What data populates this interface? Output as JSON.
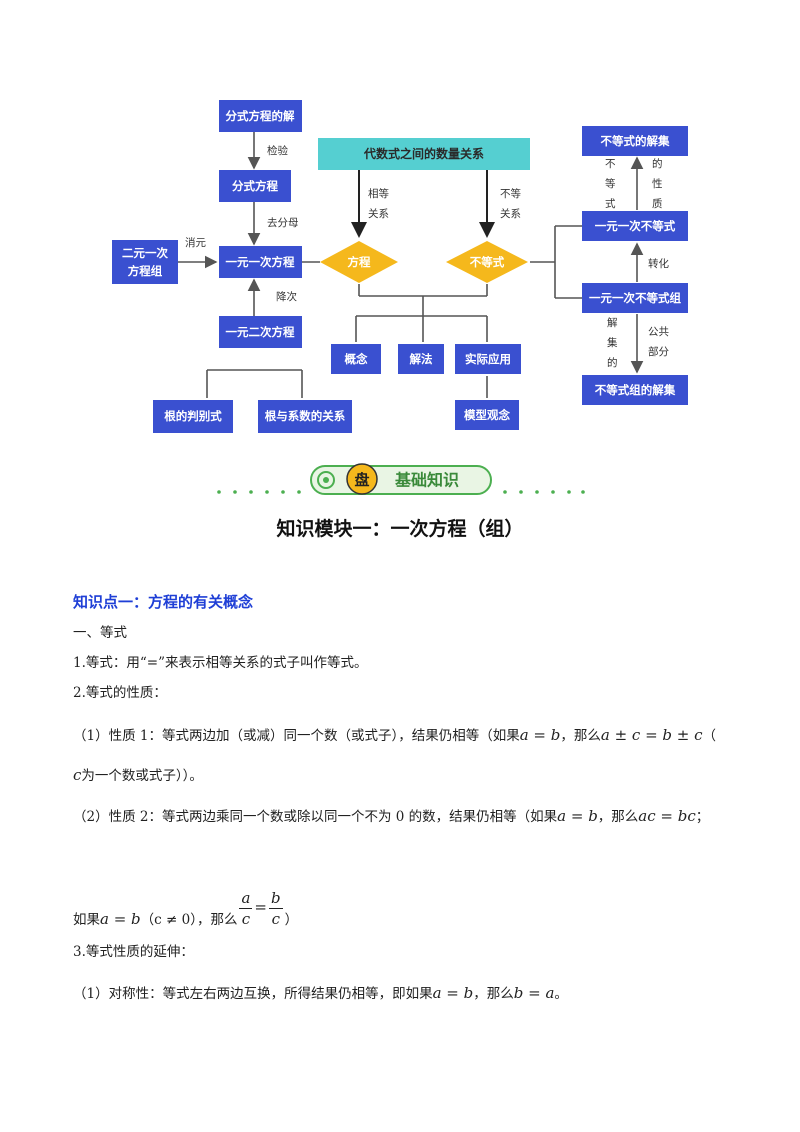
{
  "diagram": {
    "nodes": {
      "fs_solution": "分式方程的解",
      "fs_equation": "分式方程",
      "two_var": [
        "二元一次",
        "方程组"
      ],
      "linear_eq": "一元一次方程",
      "quadratic": "一元二次方程",
      "discriminant": "根的判别式",
      "roots_coeff": "根与系数的关系",
      "quantity_rel": "代数式之间的数量关系",
      "equation": "方程",
      "inequality": "不等式",
      "concept": "概念",
      "solution_method": "解法",
      "application": "实际应用",
      "model": "模型观念",
      "ineq_solution": "不等式的解集",
      "linear_ineq": "一元一次不等式",
      "linear_ineq_sys": "一元一次不等式组",
      "ineq_sys_solution": "不等式组的解集"
    },
    "edge_labels": {
      "check": "检验",
      "remove_denom": "去分母",
      "eliminate": "消元",
      "reduce_degree": "降次",
      "equal_rel": [
        "相等",
        "关系"
      ],
      "unequal_rel": [
        "不等",
        "关系"
      ],
      "ineq_chars": [
        "不",
        "等",
        "式"
      ],
      "property": [
        "的",
        "性",
        "质"
      ],
      "transform": "转化",
      "solution_set": [
        "解",
        "集",
        "的"
      ],
      "common_part": [
        "公共",
        "部分"
      ]
    }
  },
  "banner": {
    "text": "基础知识",
    "badge": "盘"
  },
  "module_title": "知识模块一：一次方程（组）",
  "content": {
    "kp1": "知识点一：方程的有关概念",
    "s1": "一、等式",
    "p1": "1.等式：用“=”来表示相等关系的式子叫作等式。",
    "p2": "2.等式的性质：",
    "p3a": "（1）性质 1：等式两边加（或减）同一个数（或式子），结果仍相等（如果",
    "p3_m1": "a = b",
    "p3b": "，那么",
    "p3_m2": "a ± c = b ± c",
    "p3c": "（",
    "p4_m": "c",
    "p4": "为一个数或式子））。",
    "p5a": "（2）性质 2：等式两边乘同一个数或除以同一个不为 0 的数，结果仍相等（如果",
    "p5_m1": "a = b",
    "p5b": "，那么",
    "p5_m2": "ac = bc",
    "p5c": "；",
    "p6a": "如果",
    "p6_m1": "a = b",
    "p6_m2": "（c ≠ 0）",
    "p6b": "，那么",
    "p6_num1": "a",
    "p6_den1": "c",
    "p6_eq": "=",
    "p6_num2": "b",
    "p6_den2": "c",
    "p6c": "）",
    "p7": "3.等式性质的延伸：",
    "p8a": "（1）对称性：等式左右两边互换，所得结果仍相等，即如果",
    "p8_m1": "a = b",
    "p8b": "，那么",
    "p8_m2": "b = a",
    "p8c": "。"
  },
  "colors": {
    "box_blue": "#3a50d0",
    "cyan_header": "#55cfd1",
    "diamond_yellow": "#f5b81c",
    "accent_blue": "#1f3fd6",
    "banner_green": "#4caf50"
  }
}
